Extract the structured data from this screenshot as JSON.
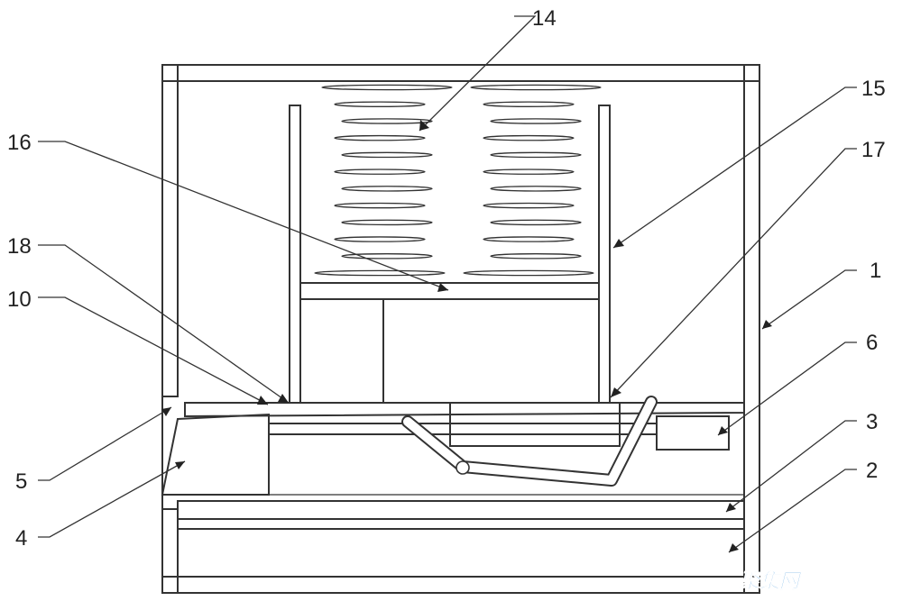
{
  "labels": {
    "l1": "1",
    "l2": "2",
    "l3": "3",
    "l4": "4",
    "l5": "5",
    "l6": "6",
    "l10": "10",
    "l14": "14",
    "l15": "15",
    "l16": "16",
    "l17": "17",
    "l18": "18"
  },
  "watermark": {
    "text": "聚集网",
    "color_top": "#3ba4e6",
    "color_bottom": "#1f6fc2"
  },
  "colors": {
    "line": "#333333",
    "hatch": "#444444",
    "background": "#ffffff"
  }
}
